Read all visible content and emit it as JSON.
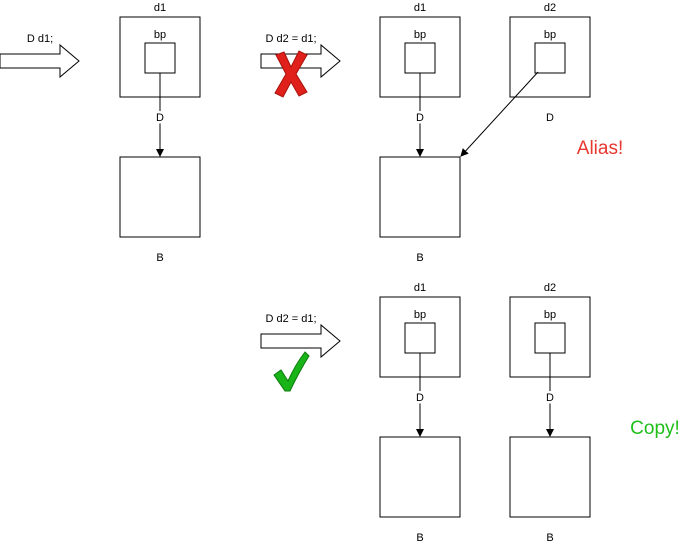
{
  "panel1": {
    "arrow_label": "D d1;",
    "d1": {
      "name": "d1",
      "pointer": "bp",
      "type": "D"
    },
    "base": {
      "type": "B"
    }
  },
  "panel2": {
    "arrow_label": "D d2 = d1;",
    "mark": "cross",
    "d1": {
      "name": "d1",
      "pointer": "bp",
      "type": "D"
    },
    "d2": {
      "name": "d2",
      "pointer": "bp",
      "type": "D"
    },
    "base": {
      "type": "B"
    },
    "verdict": "Alias!"
  },
  "panel3": {
    "arrow_label": "D d2 = d1;",
    "mark": "check",
    "d1": {
      "name": "d1",
      "pointer": "bp",
      "type": "D",
      "base_type": "B"
    },
    "d2": {
      "name": "d2",
      "pointer": "bp",
      "type": "D",
      "base_type": "B"
    },
    "verdict": "Copy!"
  },
  "colors": {
    "alias": "#e8372f",
    "copy": "#1fbf1a",
    "cross": "#e0201a",
    "check": "#18b418"
  }
}
